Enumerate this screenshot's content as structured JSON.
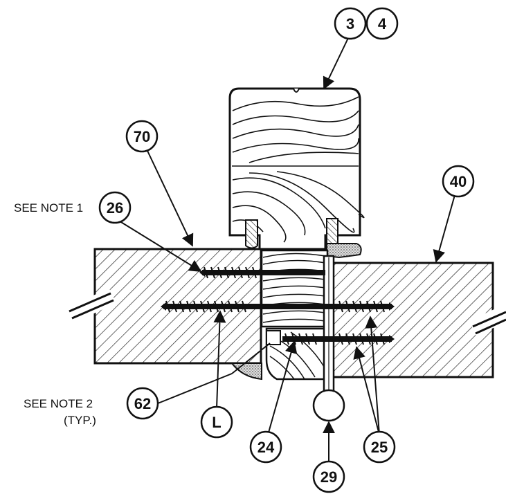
{
  "callouts": {
    "c3": "3",
    "c4": "4",
    "c70": "70",
    "c40": "40",
    "c26": "26",
    "c62": "62",
    "cL": "L",
    "c24": "24",
    "c29": "29",
    "c25": "25"
  },
  "notes": {
    "note1": "SEE NOTE 1",
    "note2": "SEE NOTE 2",
    "note2_sub": "(TYP.)"
  },
  "colors": {
    "ink": "#111111",
    "paper": "#ffffff"
  }
}
